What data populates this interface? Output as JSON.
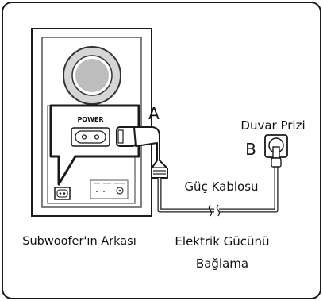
{
  "diagram": {
    "power_label": "POWER",
    "label_a": "A",
    "label_b": "B",
    "wall_outlet_label": "Duvar Prizi",
    "power_cable_label": "Güç Kablosu",
    "subwoofer_back_label": "Subwoofer'ın Arkası",
    "caption_line1": "Elektrik Gücünü",
    "caption_line2": "Bağlama"
  }
}
